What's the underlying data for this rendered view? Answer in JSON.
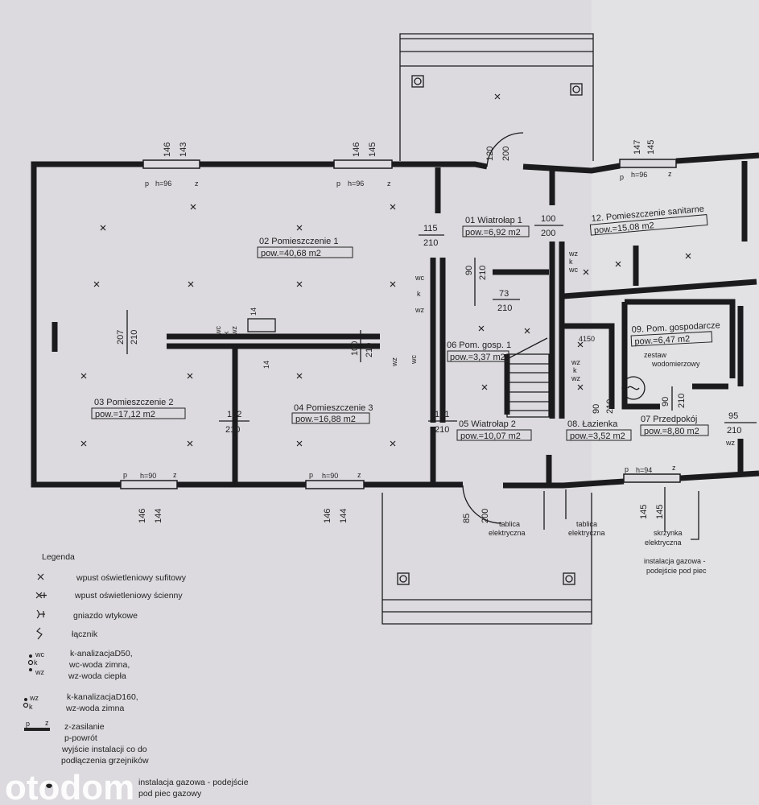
{
  "rooms": [
    {
      "name": "01 Wiatrołap 1",
      "area": "pow.=6,92 m2"
    },
    {
      "name": "02 Pomieszczenie 1",
      "area": "pow.=40,68 m2"
    },
    {
      "name": "03 Pomieszczenie 2",
      "area": "pow.=17,12 m2"
    },
    {
      "name": "04 Pomieszczenie 3",
      "area": "pow.=16,88 m2"
    },
    {
      "name": "05 Wiatrołap 2",
      "area": "pow.=10,07 m2"
    },
    {
      "name": "06 Pom. gosp. 1",
      "area": "pow.=3,37 m2"
    },
    {
      "name": "07 Przedpokój",
      "area": "pow.=8,80 m2"
    },
    {
      "name": "08. Łazienka",
      "area": "pow.=3,52 m2"
    },
    {
      "name": "09. Pom. gospodarcze",
      "area": "pow.=6,47 m2"
    },
    {
      "name": "12. Pomieszczenie sanitarne",
      "area": "pow.=15,08 m2"
    }
  ],
  "dimensions": {
    "win_top1": [
      "146",
      "143"
    ],
    "win_top2": [
      "146",
      "145"
    ],
    "win_top3": [
      "147",
      "145"
    ],
    "win_bot1": [
      "146",
      "144"
    ],
    "win_bot2": [
      "146",
      "144"
    ],
    "win_bot3": [
      "145",
      "145"
    ],
    "door_entry_top": [
      "120",
      "200"
    ],
    "door_entry_bot": [
      "85",
      "200"
    ],
    "d115": [
      "115",
      "210"
    ],
    "d100a": [
      "100",
      "200"
    ],
    "d90a": [
      "90",
      "210"
    ],
    "d73": [
      "73",
      "210"
    ],
    "d207": [
      "207",
      "210"
    ],
    "d100b": [
      "100",
      "210"
    ],
    "d102": [
      "102",
      "210"
    ],
    "d101": [
      "101",
      "210"
    ],
    "d90b": [
      "90",
      "210"
    ],
    "d90c": [
      "90",
      "210"
    ],
    "d95": [
      "95",
      "210"
    ],
    "d4150": "4150"
  },
  "radiators": {
    "h96a": "h=96",
    "h96b": "h=96",
    "h96c": "h=96",
    "h90a": "h=90",
    "h90b": "h=90",
    "h94": "h=94",
    "p": "p",
    "z": "z"
  },
  "fixtures": {
    "wc": "wc",
    "k": "k",
    "wz": "wz",
    "v14": "14"
  },
  "annotations": {
    "zestaw": [
      "zestaw",
      "wodomierzowy"
    ],
    "tablica1": [
      "tablica",
      "elektryczna"
    ],
    "tablica2": [
      "tablica",
      "elektryczna"
    ],
    "skrzynka": [
      "skrzynka",
      "elektryczna"
    ],
    "gaz": [
      "instalacja gazowa -",
      "podejście pod piec"
    ]
  },
  "legend": {
    "title": "Legenda",
    "items": [
      {
        "icon": "ceiling-light-icon",
        "text": [
          "wpust oświetleniowy sufitowy"
        ]
      },
      {
        "icon": "wall-light-icon",
        "text": [
          "wpust oświetleniowy ścienny"
        ]
      },
      {
        "icon": "socket-icon",
        "text": [
          "gniazdo wtykowe"
        ]
      },
      {
        "icon": "switch-icon",
        "text": [
          "łącznik"
        ]
      },
      {
        "icon": "plumbing-d50-icon",
        "text": [
          "k-analizacjaD50,",
          "wc-woda zimna,",
          "wz-woda ciepła"
        ]
      },
      {
        "icon": "plumbing-d160-icon",
        "text": [
          "k-kanalizacjaD160,",
          "wz-woda zimna"
        ]
      },
      {
        "icon": "heating-outlet-icon",
        "text": [
          "z-zasilanie",
          "p-powrót",
          "wyjście instalacji co do",
          "podłączenia grzejników"
        ]
      },
      {
        "icon": "gas-icon",
        "text": [
          "instalacja gazowa - podejście",
          "pod piec gazowy"
        ]
      }
    ]
  },
  "watermark": "otodom"
}
